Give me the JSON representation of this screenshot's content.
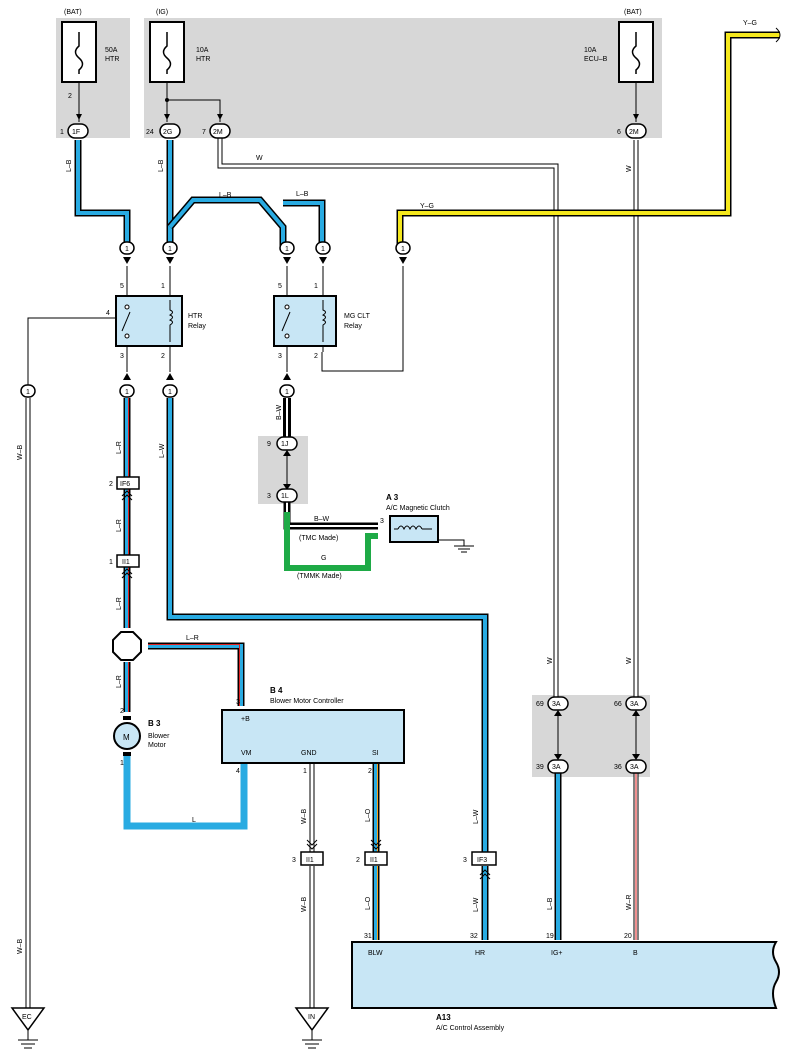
{
  "colors": {
    "wire_blue": "#29abe2",
    "wire_yellow": "#f5e81e",
    "wire_green": "#1eaa46",
    "wire_red": "#e02020",
    "panel_gray": "#d7d7d7",
    "component_fill": "#c8e6f5"
  },
  "fuses": {
    "htr50": {
      "source": "(BAT)",
      "rating": "50A",
      "name": "HTR",
      "pin": "2",
      "conn_pin": "1",
      "conn": "1F"
    },
    "htr10": {
      "source": "(IG)",
      "rating": "10A",
      "name": "HTR",
      "pin_left": "24",
      "conn_left": "2G",
      "pin_right": "7",
      "conn_right": "2M"
    },
    "ecub": {
      "source": "(BAT)",
      "rating": "10A",
      "name": "ECU–B",
      "conn_pin": "6",
      "conn": "2M"
    }
  },
  "wires": {
    "lb": "L–B",
    "w": "W",
    "yg": "Y–G",
    "wb": "W–B",
    "lr": "L–R",
    "lw": "L–W",
    "bw": "B–W",
    "g": "G",
    "l": "L",
    "lo": "L–O",
    "wr": "W–R"
  },
  "connectors": {
    "j1": "1",
    "jIF6": "IF6",
    "jII1": "II1",
    "j1J": "1J",
    "j1L": "1L",
    "jIF3": "IF3",
    "j3A": "3A"
  },
  "pins": {
    "p1": "1",
    "p2": "2",
    "p3": "3",
    "p4": "4",
    "p5": "5",
    "p9": "9",
    "p19": "19",
    "p20": "20",
    "p31": "31",
    "p32": "32",
    "p36": "36",
    "p39": "39",
    "p66": "66",
    "p69": "69"
  },
  "relays": {
    "htr": {
      "name": "HTR",
      "sub": "Relay"
    },
    "mgclt": {
      "name": "MG CLT",
      "sub": "Relay"
    }
  },
  "components": {
    "a3": {
      "code": "A 3",
      "name": "A/C Magnetic Clutch",
      "tmc": "(TMC Made)",
      "tmmk": "(TMMK Made)"
    },
    "b3": {
      "code": "B 3",
      "name1": "Blower",
      "name2": "Motor",
      "symbol": "M"
    },
    "b4": {
      "code": "B 4",
      "name": "Blower Motor Controller",
      "t_b": "+B",
      "t_vm": "VM",
      "t_gnd": "GND",
      "t_si": "SI"
    },
    "a13": {
      "code": "A13",
      "name": "A/C Control Assembly",
      "t_blw": "BLW",
      "t_hr": "HR",
      "t_ig": "IG+",
      "t_b": "B"
    }
  },
  "grounds": {
    "ec": "EC",
    "in": "IN"
  }
}
